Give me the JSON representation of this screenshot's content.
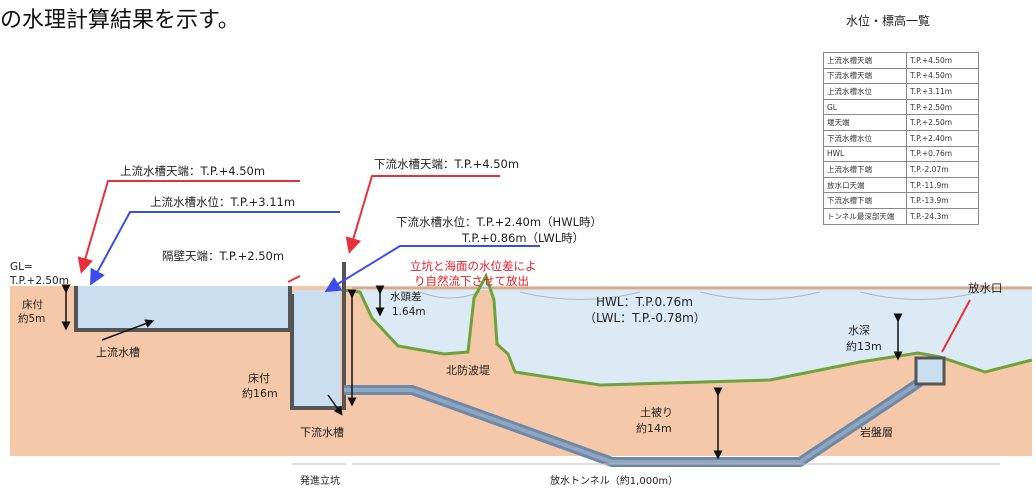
{
  "heading": "の水理計算結果を示す。",
  "table": {
    "title": "水位・標高一覧",
    "rows": [
      {
        "name": "上流水槽天端",
        "value": "T.P.+4.50m"
      },
      {
        "name": "下流水槽天端",
        "value": "T.P.+4.50m"
      },
      {
        "name": "上流水槽水位",
        "value": "T.P.+3.11m"
      },
      {
        "name": "GL",
        "value": "T.P.+2.50m"
      },
      {
        "name": "堰天端",
        "value": "T.P.+2.50m"
      },
      {
        "name": "下流水槽水位",
        "value": "T.P.+2.40m"
      },
      {
        "name": "HWL",
        "value": "T.P.+0.76m"
      },
      {
        "name": "上流水槽下端",
        "value": "T.P.-2.07m"
      },
      {
        "name": "放水口天端",
        "value": "T.P.-11.9m"
      },
      {
        "name": "下流水槽下端",
        "value": "T.P.-13.9m"
      },
      {
        "name": "トンネル最深部天端",
        "value": "T.P.-24.3m"
      }
    ]
  },
  "labels": {
    "upstream_top": "上流水槽天端：T.P.+4.50m",
    "upstream_level": "上流水槽水位：T.P.+3.11m",
    "weir_top": "隔壁天端：T.P.+2.50m",
    "downstream_top": "下流水槽天端：T.P.+4.50m",
    "downstream_level_1": "下流水槽水位：T.P.+2.40m（HWL時）",
    "downstream_level_2": "T.P.+0.86m（LWL時）",
    "gl_1": "GL=",
    "gl_2": "T.P.+2.50m",
    "floor_1": "床付",
    "floor_2": "約5m",
    "upstream_tank": "上流水槽",
    "floor16_1": "床付",
    "floor16_2": "約16m",
    "downstream_tank": "下流水槽",
    "head_1": "水頭差",
    "head_2": "1.64m",
    "note_1": "立坑と海面の水位差によ",
    "note_2": "り自然流下させて放出",
    "hwl": "HWL：T.P.0.76m",
    "lwl": "（LWL：T.P.-0.78m）",
    "breakwater": "北防波堤",
    "outlet": "放水口",
    "depth_1": "水深",
    "depth_2": "約13m",
    "cover_1": "土被り",
    "cover_2": "約14m",
    "bedrock": "岩盤層",
    "shaft": "発進立坑",
    "tunnel": "放水トンネル（約1,000m）"
  },
  "colors": {
    "ground": "#f4c8a8",
    "water": "#c9def0",
    "sea": "#dceaf6",
    "tunnel": "#6f88a8",
    "seabed": "#6fa33a",
    "red_leader": "#e8303a",
    "blue_leader": "#3a4cf0",
    "note_red": "#e0202a"
  }
}
